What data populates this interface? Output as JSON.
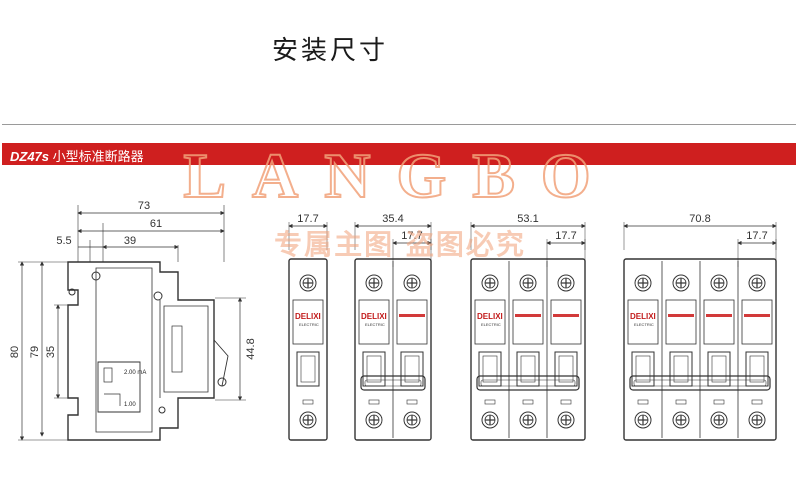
{
  "page": {
    "title": "安装尺寸"
  },
  "band": {
    "model": "DZ47s",
    "name": "小型标准断路器"
  },
  "watermark": {
    "brand": "LANGBO",
    "notice": "专属主图 盗图必究"
  },
  "side_view": {
    "dims": {
      "width_total": "73",
      "width_mid": "61",
      "width_rail": "39",
      "offset": "5.5",
      "h_total": "80",
      "h_mid": "79",
      "h_rail": "35",
      "h_window": "44.8"
    },
    "labels": {
      "rating": "2.00 mA",
      "mark": "1.00"
    }
  },
  "poles": [
    {
      "id": "1p",
      "width_label": "17.7"
    },
    {
      "id": "2p",
      "width_label": "35.4",
      "pole_label": "17.7"
    },
    {
      "id": "3p",
      "width_label": "53.1",
      "pole_label": "17.7"
    },
    {
      "id": "4p",
      "width_label": "70.8",
      "pole_label": "17.7"
    }
  ],
  "brand": {
    "logo": "DELIXI",
    "sub": "ELECTRIC"
  },
  "colors": {
    "band": "#cf1f1f",
    "line": "#333333",
    "watermark": "#f2a27a",
    "accent_bar": "#d23a3a"
  }
}
